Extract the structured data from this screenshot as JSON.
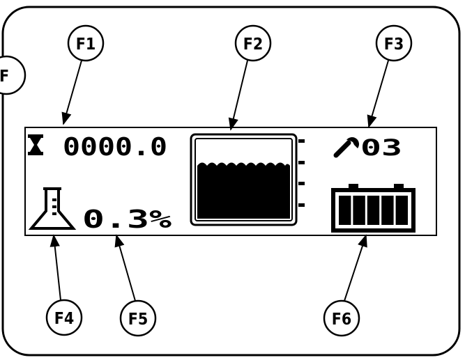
{
  "callouts": {
    "f_edge": "F",
    "f1": "F1",
    "f2": "F2",
    "f3": "F3",
    "f4": "F4",
    "f5": "F5",
    "f6": "F6"
  },
  "display": {
    "timer_value": "0000.0",
    "service_code": "03",
    "concentration_value": "0.3%"
  },
  "icons": {
    "timer": "hourglass-icon",
    "service": "wrench-icon",
    "tank": "tank-level-icon",
    "concentration": "flask-icon",
    "battery": "battery-icon"
  },
  "levels": {
    "battery_segments_filled": 5,
    "battery_segments_total": 5
  },
  "colors": {
    "ink": "#000000",
    "background": "#ffffff"
  }
}
